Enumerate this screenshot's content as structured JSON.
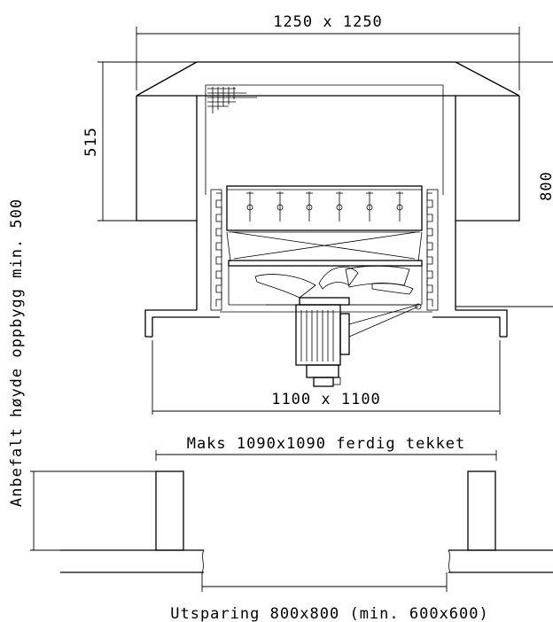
{
  "dimensions": {
    "top_width": "1250 x 1250",
    "hood_height": "515",
    "total_height": "800",
    "base_width": "1100 x 1100",
    "max_finished": "Maks 1090x1090 ferdig tekket",
    "recommended_height": "Anbefalt høyde oppbygg min. 500",
    "opening": "Utsparing 800x800 (min. 600x600)"
  }
}
